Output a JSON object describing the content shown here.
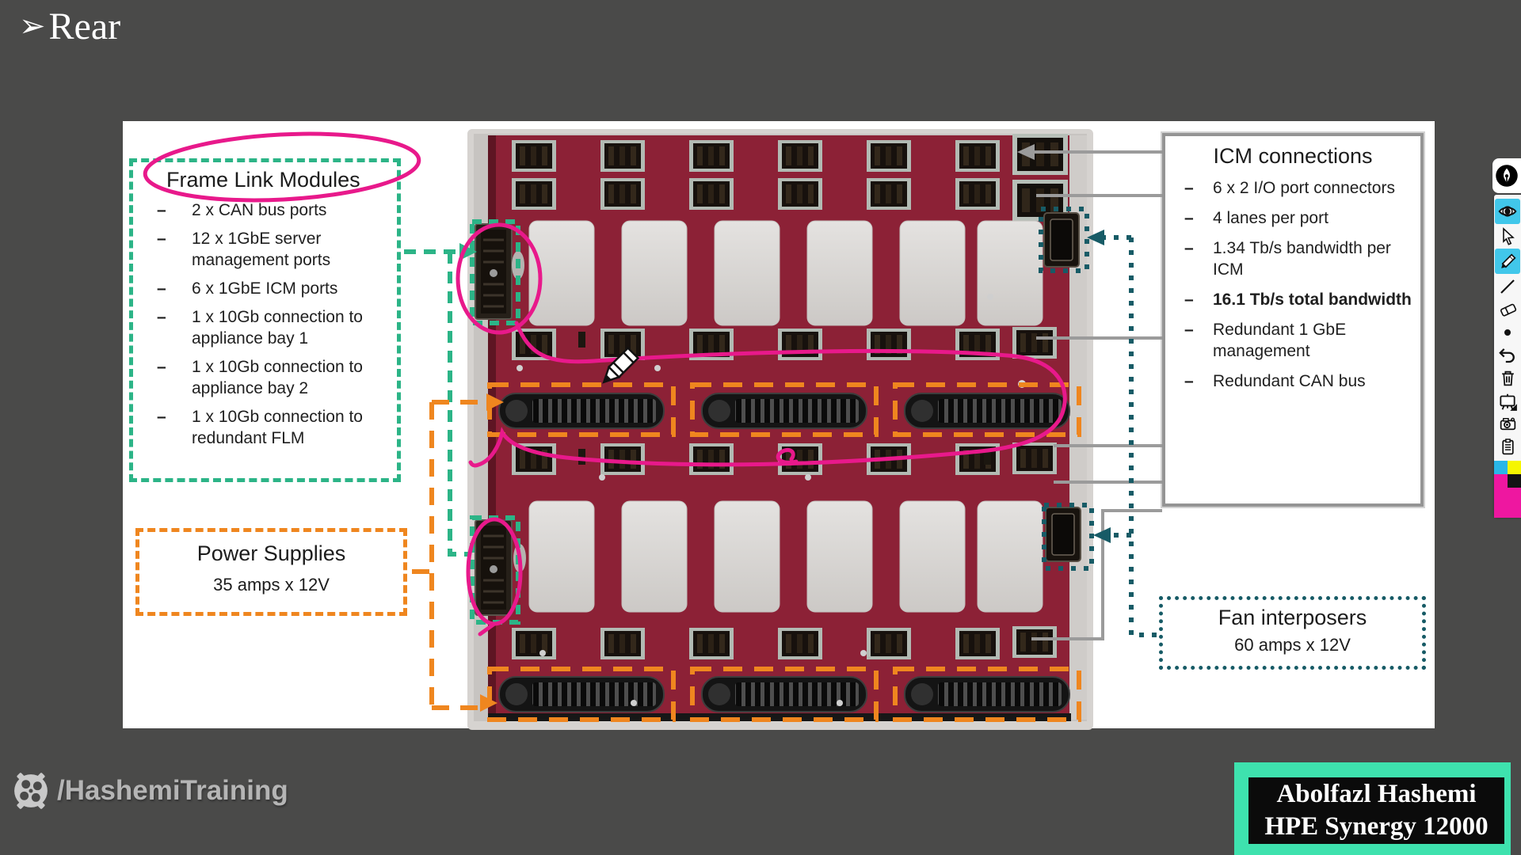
{
  "header": {
    "bullet_glyph": "➢",
    "title": "Rear"
  },
  "annotations": {
    "flm_box": {
      "title": "Frame Link Modules",
      "accent": "#2cb487",
      "items": [
        "2 x CAN bus ports",
        "12 x 1GbE server management ports",
        "6 x 1GbE ICM ports",
        "1 x 10Gb connection to appliance bay 1",
        "1 x 10Gb connection to appliance bay 2",
        "1 x 10Gb connection to redundant FLM"
      ]
    },
    "power_box": {
      "title": "Power Supplies",
      "spec": "35 amps x 12V",
      "accent": "#ef861f"
    },
    "icm_box": {
      "title": "ICM connections",
      "accent": "#949494",
      "items": [
        "6 x 2 I/O port connectors",
        "4 lanes per port",
        "1.34 Tb/s bandwidth per ICM",
        "16.1 Tb/s total bandwidth",
        "Redundant 1 GbE management",
        "Redundant CAN bus"
      ]
    },
    "fan_box": {
      "title": "Fan interposers",
      "spec": "60 amps x 12V",
      "accent": "#175b66"
    }
  },
  "pen_colors": {
    "magenta": "#e8198b",
    "green": "#2cb487",
    "orange": "#ef861f",
    "teal": "#175b66",
    "gray": "#9b9b9b"
  },
  "watermark": {
    "channel": "/HashemiTraining"
  },
  "credit": {
    "name": "Abolfazl Hashemi",
    "product": "HPE Synergy 12000",
    "accent": "#3ee2ae"
  },
  "toolbar": {
    "tools": [
      "epic-pen-logo",
      "visibility",
      "cursor",
      "pen",
      "line",
      "eraser",
      "size-dot",
      "undo",
      "clear",
      "whiteboard",
      "screenshot",
      "clipboard"
    ],
    "highlight_color": "#41c7ea",
    "palette": [
      "#29b6e8",
      "#f6f600",
      "#ee17a0",
      "#141414"
    ],
    "active_color": "#ee17a0"
  }
}
